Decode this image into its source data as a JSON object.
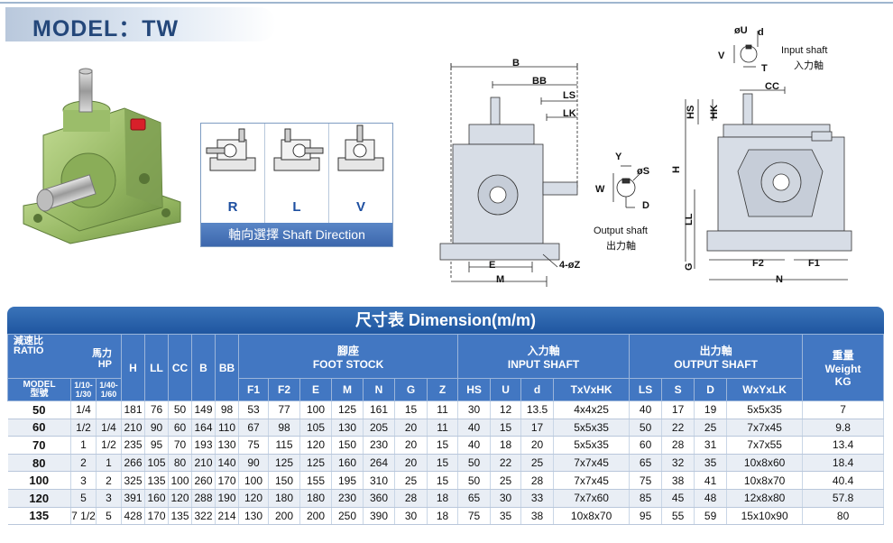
{
  "model_title": "MODEL：TW",
  "shaft_direction": {
    "options": [
      "R",
      "L",
      "V"
    ],
    "caption": "軸向選擇  Shaft Direction"
  },
  "drawing_labels": {
    "front": {
      "B": "B",
      "BB": "BB",
      "LS": "LS",
      "LK": "LK",
      "E": "E",
      "M": "M",
      "Z": "4-øZ"
    },
    "output_shaft": {
      "Y": "Y",
      "S": "øS",
      "W": "W",
      "D": "D",
      "caption_en": "Output shaft",
      "caption_zh": "出力軸"
    },
    "input_shaft": {
      "U": "øU",
      "d": "d",
      "V": "V",
      "T": "T",
      "caption_en": "Input shaft",
      "caption_zh": "入力軸"
    },
    "side": {
      "CC": "CC",
      "HS": "HS",
      "HK": "HK",
      "H": "H",
      "LL": "LL",
      "G": "G",
      "F2": "F2",
      "F1": "F1",
      "N": "N"
    }
  },
  "table": {
    "title": "尺寸表  Dimension(m/m)",
    "header": {
      "ratio_zh": "減速比",
      "ratio_en": "RATIO",
      "hp_zh": "馬力",
      "hp_en": "HP",
      "model_en": "MODEL",
      "model_zh": "型號",
      "ratio_range1": "1/10-1/30",
      "ratio_range2": "1/40-1/60",
      "H": "H",
      "LL": "LL",
      "CC": "CC",
      "B": "B",
      "BB": "BB",
      "foot_zh": "腳座",
      "foot_en": "FOOT STOCK",
      "input_zh": "入力軸",
      "input_en": "INPUT SHAFT",
      "output_zh": "出力軸",
      "output_en": "OUTPUT SHAFT",
      "weight_zh": "重量",
      "weight_en": "Weight",
      "weight_unit": "KG",
      "foot_cols": [
        "F1",
        "F2",
        "E",
        "M",
        "N",
        "G",
        "Z"
      ],
      "input_cols": [
        "HS",
        "U",
        "d",
        "TxVxHK"
      ],
      "output_cols": [
        "LS",
        "S",
        "D",
        "WxYxLK"
      ]
    },
    "rows": [
      [
        "50",
        "1/4",
        "",
        "181",
        "76",
        "50",
        "149",
        "98",
        "53",
        "77",
        "100",
        "125",
        "161",
        "15",
        "11",
        "30",
        "12",
        "13.5",
        "4x4x25",
        "40",
        "17",
        "19",
        "5x5x35",
        "7"
      ],
      [
        "60",
        "1/2",
        "1/4",
        "210",
        "90",
        "60",
        "164",
        "110",
        "67",
        "98",
        "105",
        "130",
        "205",
        "20",
        "11",
        "40",
        "15",
        "17",
        "5x5x35",
        "50",
        "22",
        "25",
        "7x7x45",
        "9.8"
      ],
      [
        "70",
        "1",
        "1/2",
        "235",
        "95",
        "70",
        "193",
        "130",
        "75",
        "115",
        "120",
        "150",
        "230",
        "20",
        "15",
        "40",
        "18",
        "20",
        "5x5x35",
        "60",
        "28",
        "31",
        "7x7x55",
        "13.4"
      ],
      [
        "80",
        "2",
        "1",
        "266",
        "105",
        "80",
        "210",
        "140",
        "90",
        "125",
        "125",
        "160",
        "264",
        "20",
        "15",
        "50",
        "22",
        "25",
        "7x7x45",
        "65",
        "32",
        "35",
        "10x8x60",
        "18.4"
      ],
      [
        "100",
        "3",
        "2",
        "325",
        "135",
        "100",
        "260",
        "170",
        "100",
        "150",
        "155",
        "195",
        "310",
        "25",
        "15",
        "50",
        "25",
        "28",
        "7x7x45",
        "75",
        "38",
        "41",
        "10x8x70",
        "40.4"
      ],
      [
        "120",
        "5",
        "3",
        "391",
        "160",
        "120",
        "288",
        "190",
        "120",
        "180",
        "180",
        "230",
        "360",
        "28",
        "18",
        "65",
        "30",
        "33",
        "7x7x60",
        "85",
        "45",
        "48",
        "12x8x80",
        "57.8"
      ],
      [
        "135",
        "7 1/2",
        "5",
        "428",
        "170",
        "135",
        "322",
        "214",
        "130",
        "200",
        "200",
        "250",
        "390",
        "30",
        "18",
        "75",
        "35",
        "38",
        "10x8x70",
        "95",
        "55",
        "59",
        "15x10x90",
        "80"
      ]
    ]
  },
  "colors": {
    "accent": "#2a5ea8",
    "gear_green": "#9dbf6e",
    "drawing_fill": "#d7dde6"
  }
}
